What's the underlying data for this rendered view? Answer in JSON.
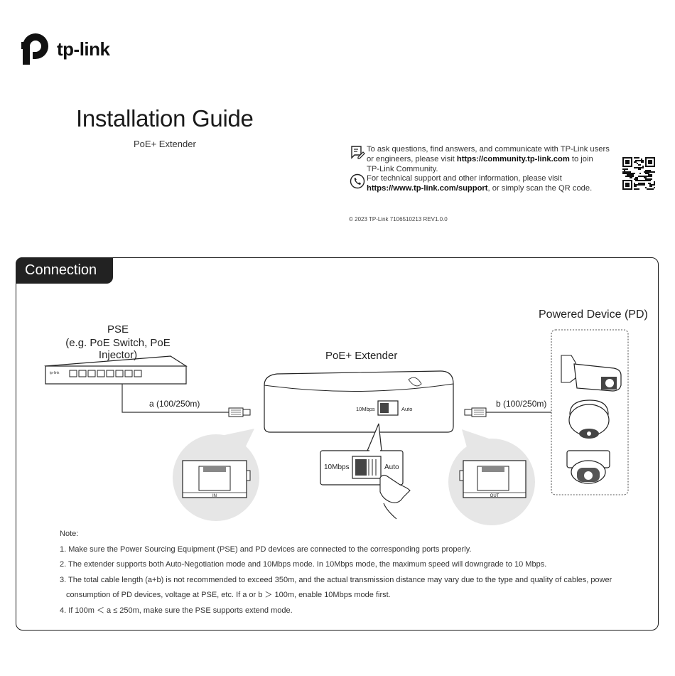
{
  "brand": {
    "name": "tp-link"
  },
  "header": {
    "title": "Installation Guide",
    "subtitle": "PoE+ Extender"
  },
  "support": {
    "community_line1": "To ask questions, find answers, and communicate with TP-Link users",
    "community_line2_a": "or engineers, please visit ",
    "community_url": "https://community.tp-link.com",
    "community_line2_b": " to join",
    "community_line3": "TP-Link Community.",
    "support_line1": "For technical support and other information, please visit",
    "support_url": "https://www.tp-link.com/support",
    "support_line2_b": ", or simply scan the QR code.",
    "icons": [
      "chat-edit-icon",
      "phone-icon",
      "qr-code-icon"
    ]
  },
  "footer_code": "© 2023 TP-Link    7106510213  REV1.0.0",
  "connection": {
    "tab_label": "Connection",
    "pse_label_line1": "PSE",
    "pse_label_line2": "(e.g. PoE Switch, PoE Injector)",
    "extender_label": "PoE+ Extender",
    "pd_label": "Powered Device (PD)",
    "cable_a": "a (100/250m)",
    "cable_b": "b (100/250m)",
    "switch_left": "10Mbps",
    "switch_right": "Auto",
    "port_in": "IN",
    "port_out": "OUT"
  },
  "notes": {
    "heading": "Note:",
    "n1": "1. Make sure the Power Sourcing Equipment (PSE) and PD devices are connected to the corresponding ports properly.",
    "n2": "2. The extender supports both Auto-Negotiation mode and 10Mbps mode. In 10Mbps mode, the maximum speed will downgrade to 10 Mbps.",
    "n3a": "3. The total cable length (a+b) is not recommended to exceed 350m, and the actual transmission distance may vary due to the type and quality of cables, power",
    "n3b": "consumption of PD devices, voltage at PSE, etc. If a or b ＞ 100m, enable 10Mbps mode first.",
    "n4": "4. If 100m ＜ a ≤ 250m, make sure the PSE supports extend mode."
  },
  "colors": {
    "panel_border": "#1a1a1a",
    "tab_bg": "#222222",
    "bubble": "#e6e6e6"
  }
}
